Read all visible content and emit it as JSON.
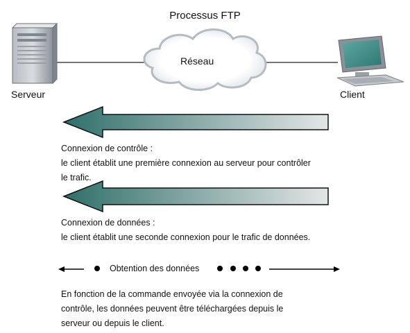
{
  "title": "Processus FTP",
  "network_label": "Réseau",
  "server_label": "Serveur",
  "client_label": "Client",
  "control": {
    "line1": "Connexion de contrôle :",
    "line2": "le client établit une première connexion au serveur pour contrôler",
    "line3": "le trafic."
  },
  "data_conn": {
    "line1": "Connexion de données :",
    "line2": "le client établit une seconde connexion pour le trafic de données."
  },
  "obtain_label": "Obtention des données",
  "footer": {
    "line1": "En fonction de la commande envoyée via la connexion de",
    "line2": "contrôle, les données peuvent être téléchargées depuis le",
    "line3": "serveur ou depuis le client."
  },
  "colors": {
    "arrow_dark": "#2f6f6a",
    "arrow_light": "#e4e6e6",
    "cloud_fill": "#ffffff",
    "cloud_stroke": "#b9bfc4"
  }
}
